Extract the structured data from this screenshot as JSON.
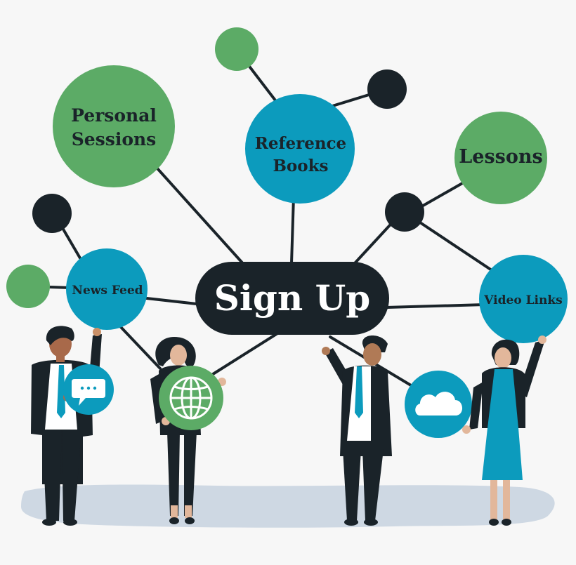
{
  "hub": {
    "label": "Sign Up"
  },
  "nodes": {
    "personal_sessions": {
      "line1": "Personal",
      "line2": "Sessions"
    },
    "reference_books": {
      "line1": "Reference",
      "line2": "Books"
    },
    "lessons": {
      "label": "Lessons"
    },
    "news_feed": {
      "label": "News Feed"
    },
    "video_links": {
      "label": "Video Links"
    }
  },
  "icons": [
    "chat-bubble-icon",
    "globe-icon",
    "cloud-icon"
  ],
  "colors": {
    "green": "#5cab66",
    "teal": "#0c9bbd",
    "dark": "#1a2329",
    "shadow": "#ced8e3",
    "background": "#f7f7f7"
  }
}
